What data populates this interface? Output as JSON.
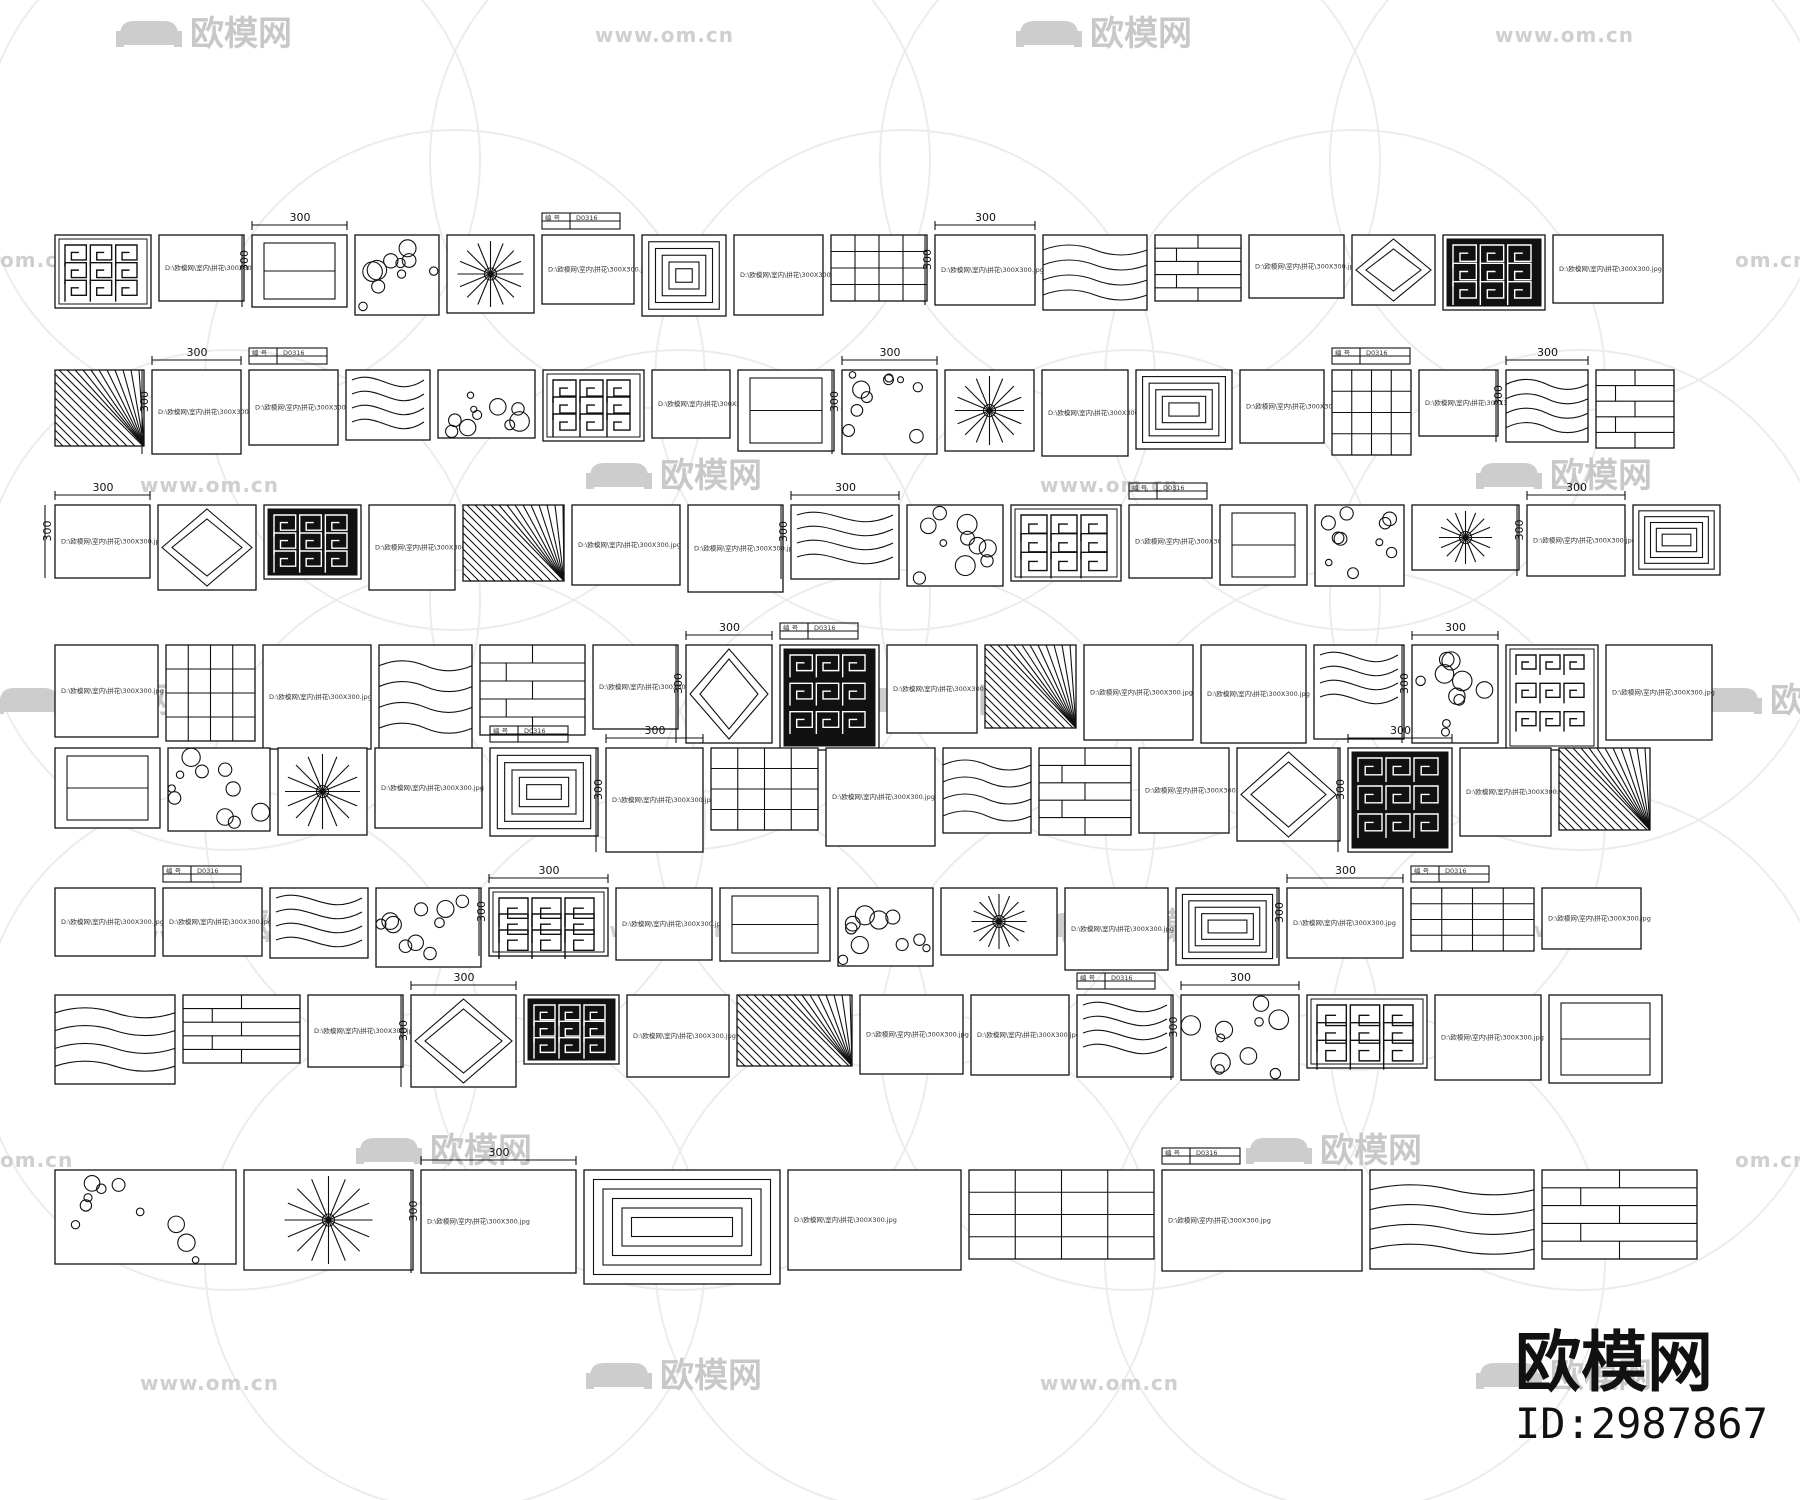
{
  "watermark": {
    "brand_cn": "欧模网",
    "url": "www.om.cn",
    "url_short": "om.cn"
  },
  "dimension_label": "300",
  "file_label": "D:\\欧模网\\室内\\拼花\\300X300.jpg",
  "table_cells": {
    "col1": "编 号",
    "col2": "D0316"
  },
  "brand": {
    "name": "欧模网",
    "id": "ID:2987867"
  },
  "colors": {
    "line": "#111111",
    "watermark": "#c8c8c8",
    "background": "#ffffff"
  }
}
